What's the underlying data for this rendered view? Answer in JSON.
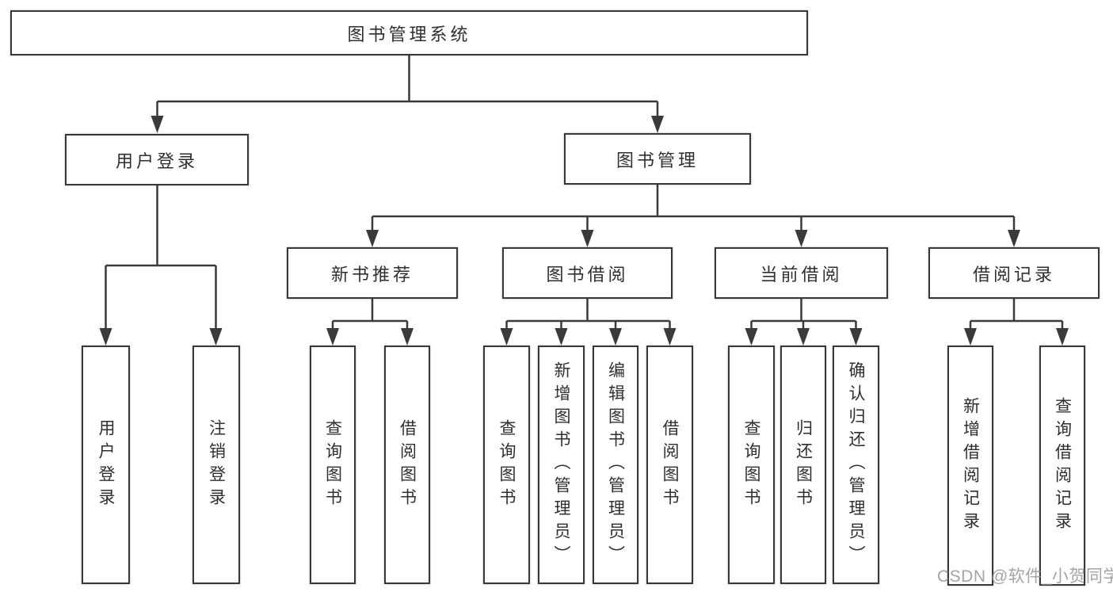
{
  "tree": {
    "root": "图书管理系统",
    "branches": [
      {
        "label": "用户登录",
        "children": [
          "用户登录",
          "注销登录"
        ]
      },
      {
        "label": "图书管理",
        "children": [
          {
            "label": "新书推荐",
            "children": [
              "查询图书",
              "借阅图书"
            ]
          },
          {
            "label": "图书借阅",
            "children": [
              "查询图书",
              "新增图书（管理员）",
              "编辑图书（管理员）",
              "借阅图书"
            ]
          },
          {
            "label": "当前借阅",
            "children": [
              "查询图书",
              "归还图书",
              "确认归还（管理员）"
            ]
          },
          {
            "label": "借阅记录",
            "children": [
              "新增借阅记录",
              "查询借阅记录"
            ]
          }
        ]
      }
    ]
  },
  "watermark": {
    "text": "CSDN @软件_小贺同学"
  },
  "colors": {
    "line": "#3a3a3a",
    "box_border": "#383838",
    "box_fill": "#ffffff",
    "text": "#2f2f2f",
    "watermark": "#969393",
    "background": "#ffffff"
  }
}
